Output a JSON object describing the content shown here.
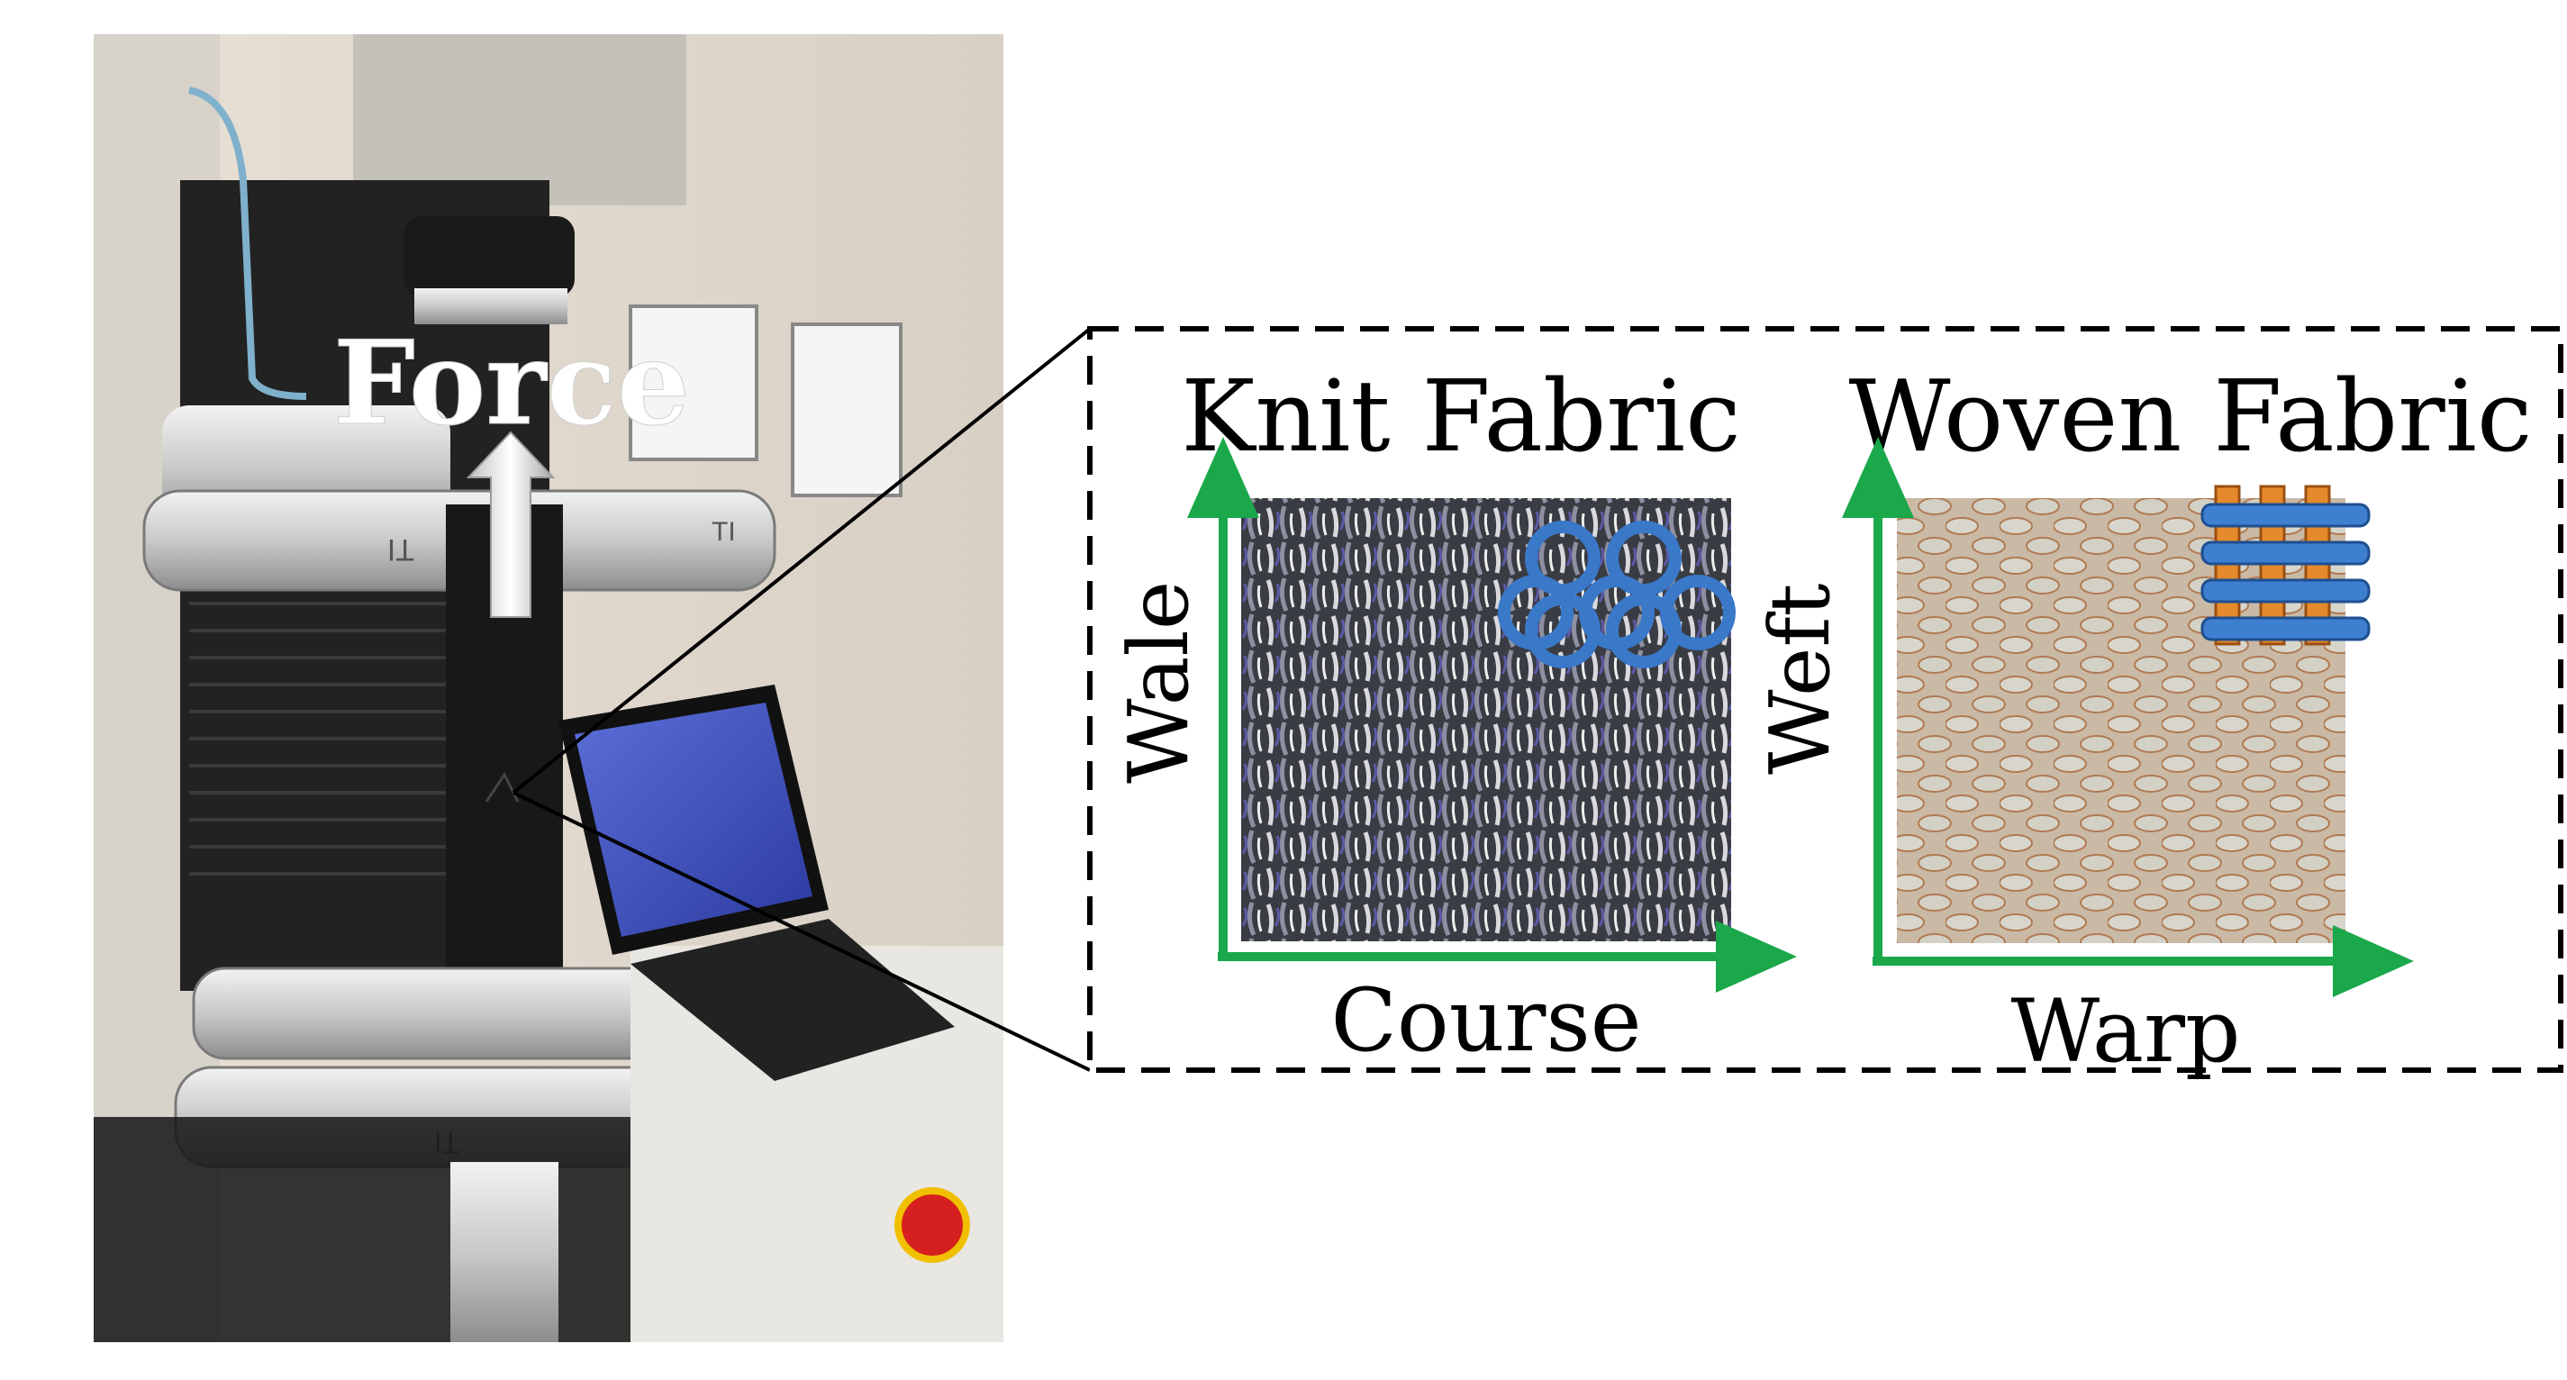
{
  "photo": {
    "force_label": "Force",
    "machine_marks": [
      "TI",
      "TI",
      "TI",
      "TI"
    ]
  },
  "knit_panel": {
    "title": "Knit Fabric",
    "vertical_axis": "Wale",
    "horizontal_axis": "Course"
  },
  "woven_panel": {
    "title": "Woven Fabric",
    "vertical_axis": "Weft",
    "horizontal_axis": "Warp"
  },
  "colors": {
    "axis_green": "#1aa84a",
    "loop_blue": "#3a78c8",
    "weave_orange": "#e58a2c",
    "weave_blue": "#3e7fd0",
    "knit_dark": "#3b3d44",
    "woven_beige": "#cdbfae",
    "machine_black": "#1c1c1c",
    "wall": "#e4ddd2"
  }
}
